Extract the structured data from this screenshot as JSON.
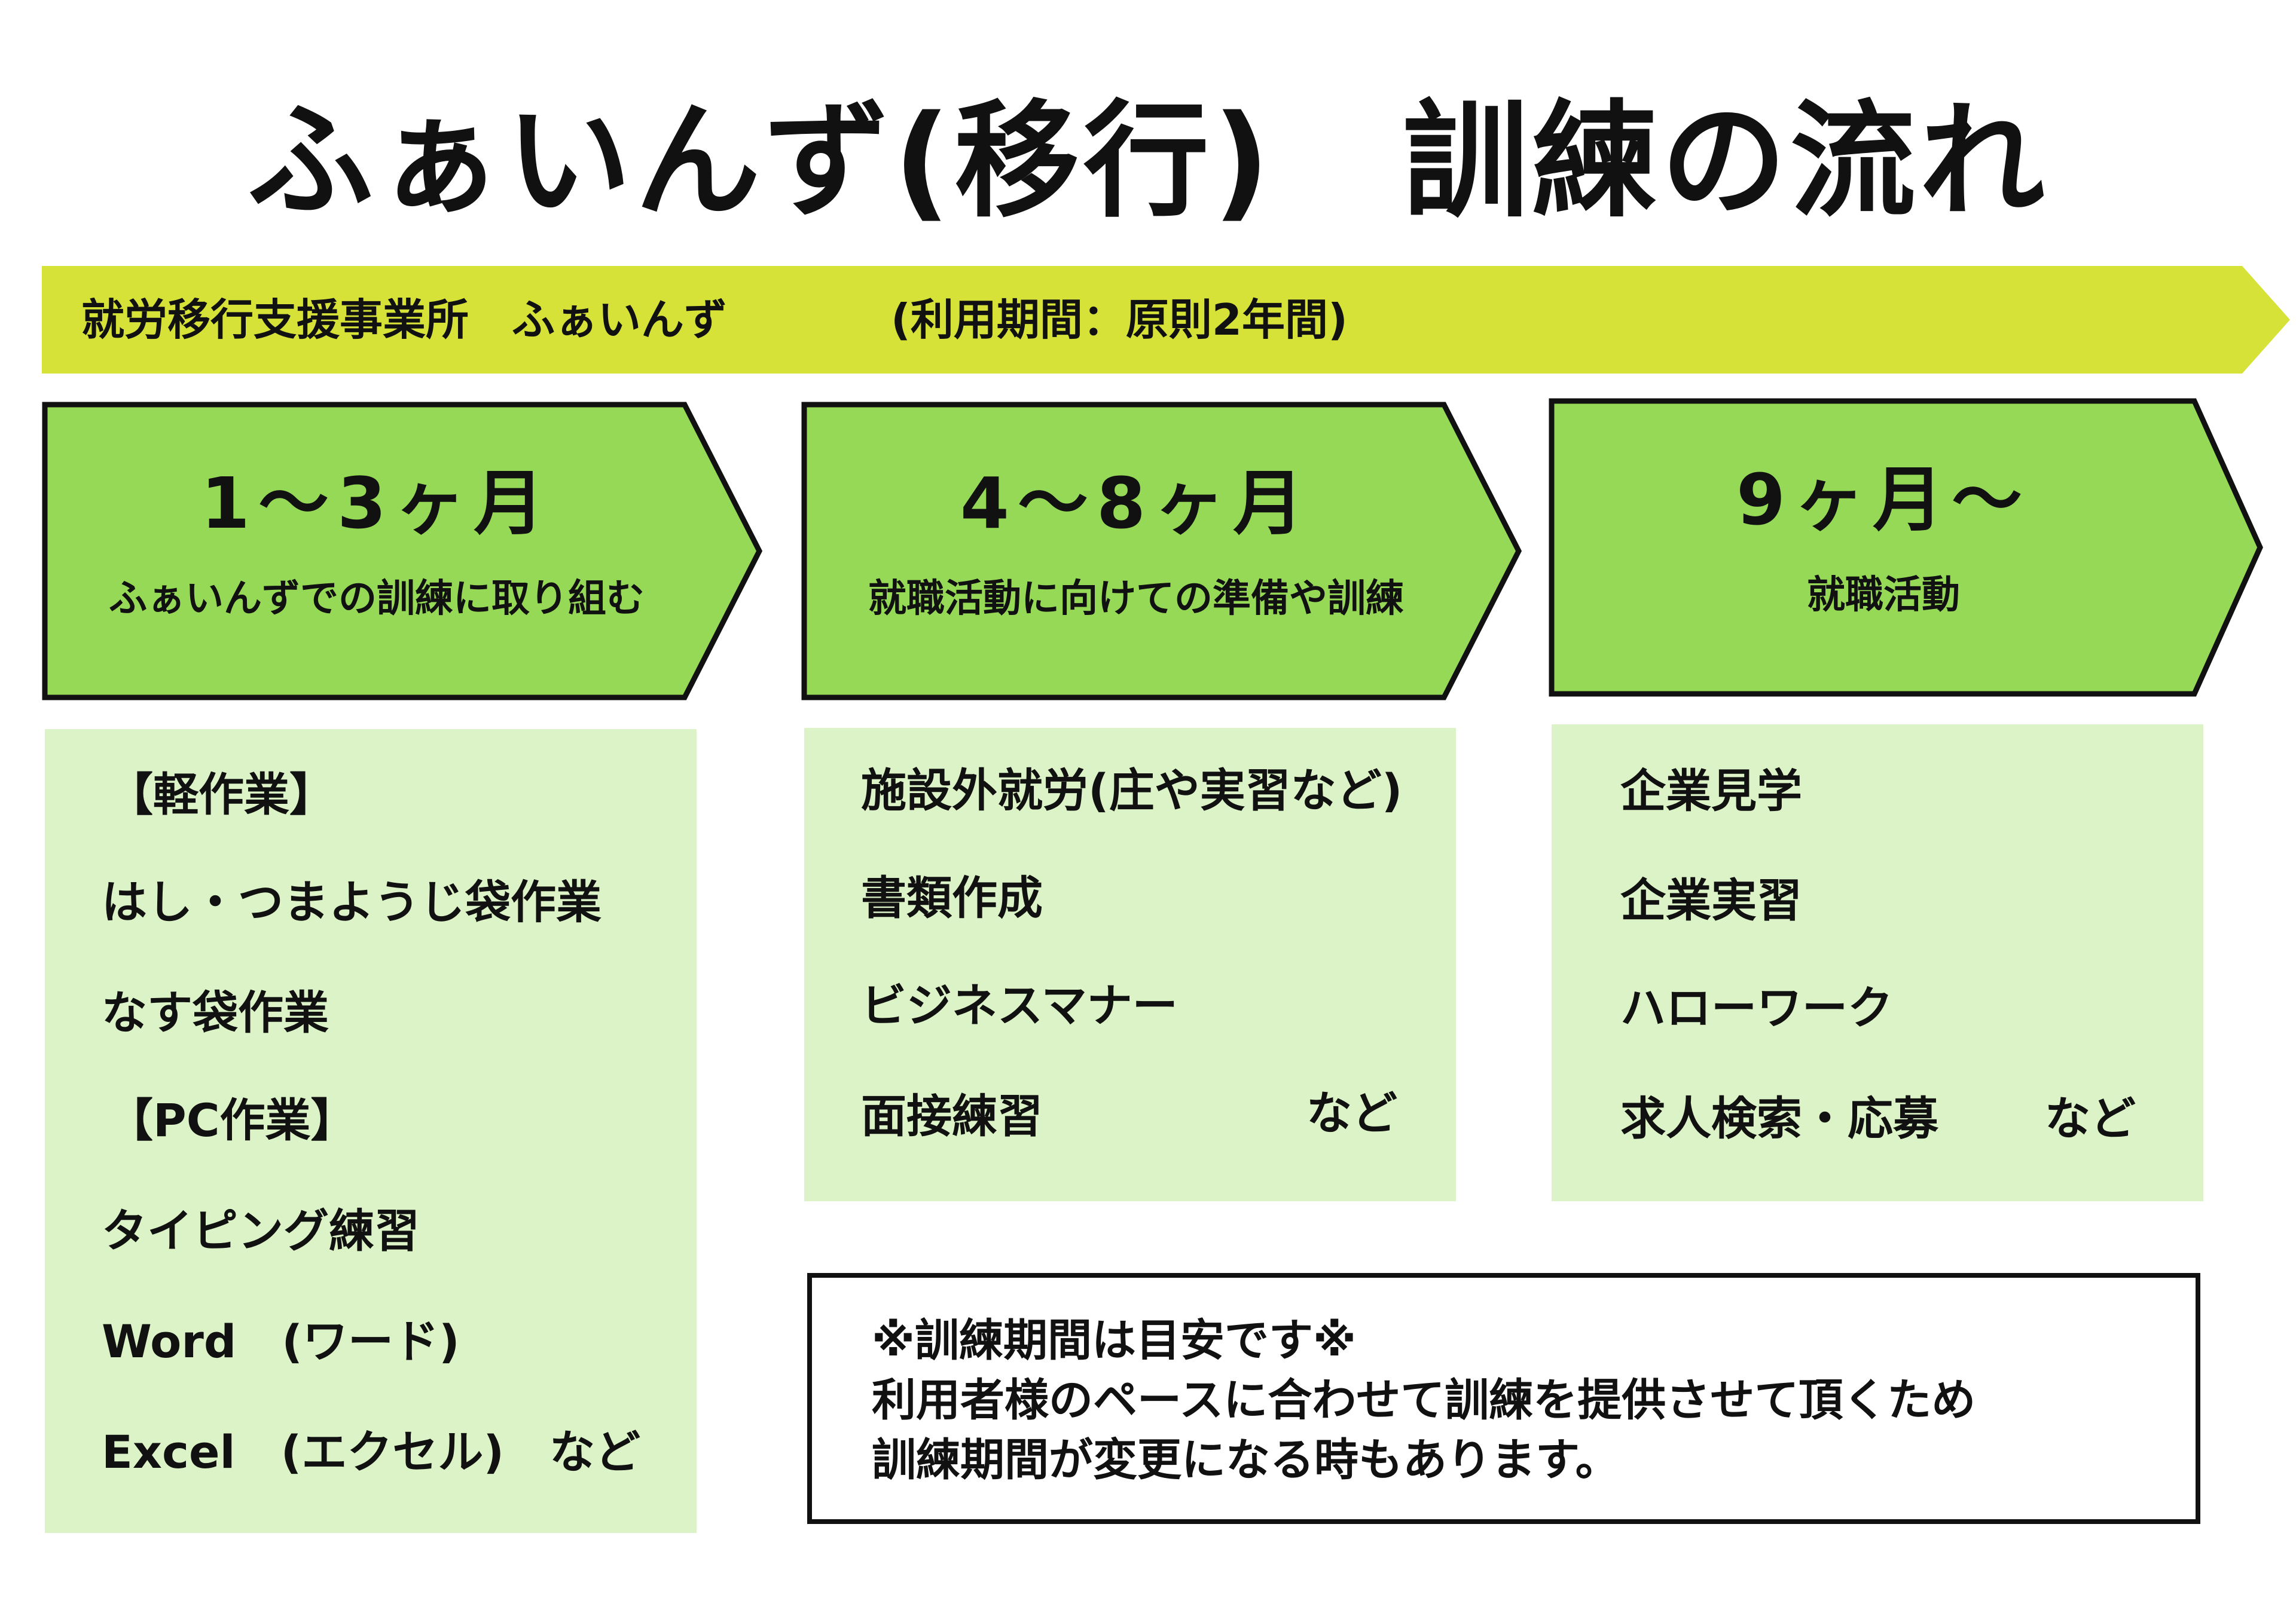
{
  "title": "ふぁいんず(移行)　訓練の流れ",
  "banner": {
    "name": "就労移行支援事業所　ふぁいんず",
    "period": "(利用期間：原則2年間)",
    "color": "#d6e237"
  },
  "colors": {
    "phase_fill": "#96d956",
    "box_fill": "#dbf3c6",
    "border": "#111111"
  },
  "phases": [
    {
      "period": "1～3ヶ月",
      "description": "ふぁいんずでの訓練に取り組む",
      "items": [
        "【軽作業】",
        "はし・つまようじ袋作業",
        "なす袋作業",
        "【PC作業】",
        "タイピング練習",
        "Word　(ワード)",
        "Excel　(エクセル)　など"
      ]
    },
    {
      "period": "4～8ヶ月",
      "description": "就職活動に向けての準備や訓練",
      "items": [
        "施設外就労(庄や実習など)",
        "書類作成",
        "ビジネスマナー",
        "面接練習"
      ],
      "suffix": "など"
    },
    {
      "period": "9ヶ月～",
      "description": "就職活動",
      "items": [
        "企業見学",
        "企業実習",
        "ハローワーク",
        "求人検索・応募"
      ],
      "suffix": "など"
    }
  ],
  "note": {
    "line1": "※訓練期間は目安です※",
    "line2": "利用者様のペースに合わせて訓練を提供させて頂くため",
    "line3": "訓練期間が変更になる時もあります。"
  }
}
